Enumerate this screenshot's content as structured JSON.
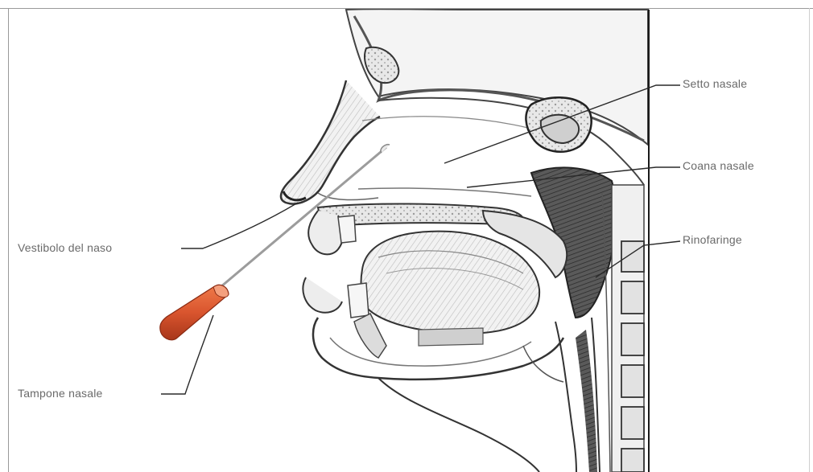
{
  "labels": {
    "septum": "Setto nasale",
    "choana": "Coana nasale",
    "nasopharynx": "Rinofaringe",
    "vestibule": "Vestibolo del naso",
    "swab": "Tampone nasale"
  },
  "colors": {
    "background": "#ffffff",
    "label_text": "#6a6a6a",
    "line": "#3a3a3a",
    "swab_tip": "#d9552e",
    "bone_fill": "#e6e6e6",
    "tissue_fill": "#efefef"
  }
}
